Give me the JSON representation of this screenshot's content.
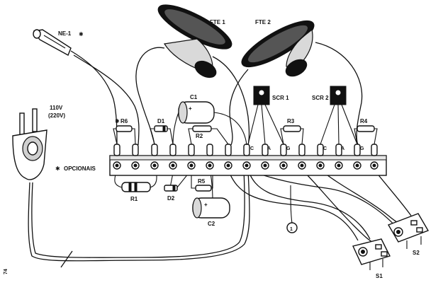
{
  "labels": {
    "neon": "NE-1",
    "star": "✱",
    "voltage_1": "110V",
    "voltage_2": "(220V)",
    "optional": "OPCIONAIS",
    "speaker_1": "FTE 1",
    "speaker_2": "FTE 2",
    "scr_1": "SCR 1",
    "scr_2": "SCR 2",
    "c1": "C1",
    "c2": "C2",
    "d1": "D1",
    "d2": "D2",
    "r1": "R1",
    "r2": "R2",
    "r3": "R3",
    "r4": "R4",
    "r5": "R5",
    "r6": "R6",
    "pin_c_1": "C",
    "pin_a_1": "A",
    "pin_g_1": "G",
    "pin_c_2": "C",
    "pin_a_2": "A",
    "pin_g_2": "G",
    "callout": "1",
    "s1": "S1",
    "s2": "S2",
    "plus": "+",
    "margin_mark": "74"
  }
}
